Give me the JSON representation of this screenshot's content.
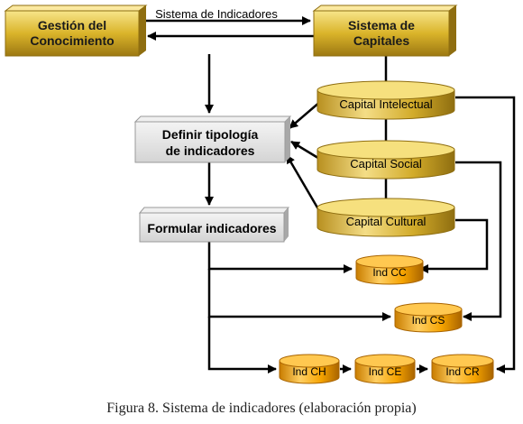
{
  "nodes": {
    "gestion": [
      "Gestión del",
      "Conocimiento"
    ],
    "sistema_capitales": [
      "Sistema de",
      "Capitales"
    ],
    "capital_intelectual": "Capital Intelectual",
    "capital_social": "Capital Social",
    "capital_cultural": "Capital Cultural",
    "definir": [
      "Definir tipología",
      "de indicadores"
    ],
    "formular": "Formular indicadores",
    "ind_cc": "Ind CC",
    "ind_cs": "Ind CS",
    "ind_ch": "Ind CH",
    "ind_ce": "Ind CE",
    "ind_cr": "Ind CR"
  },
  "edge_label": "Sistema de Indicadores",
  "caption": "Figura 8. Sistema de indicadores (elaboración propia)",
  "colors": {
    "gold_light": "#f6e27a",
    "gold": "#d8b020",
    "gold_dark": "#8f6e10",
    "orange_light": "#ffcf62",
    "orange": "#f5a300",
    "orange_dark": "#b06e00",
    "gray_box": "#e6e6e6",
    "line": "#000000"
  }
}
